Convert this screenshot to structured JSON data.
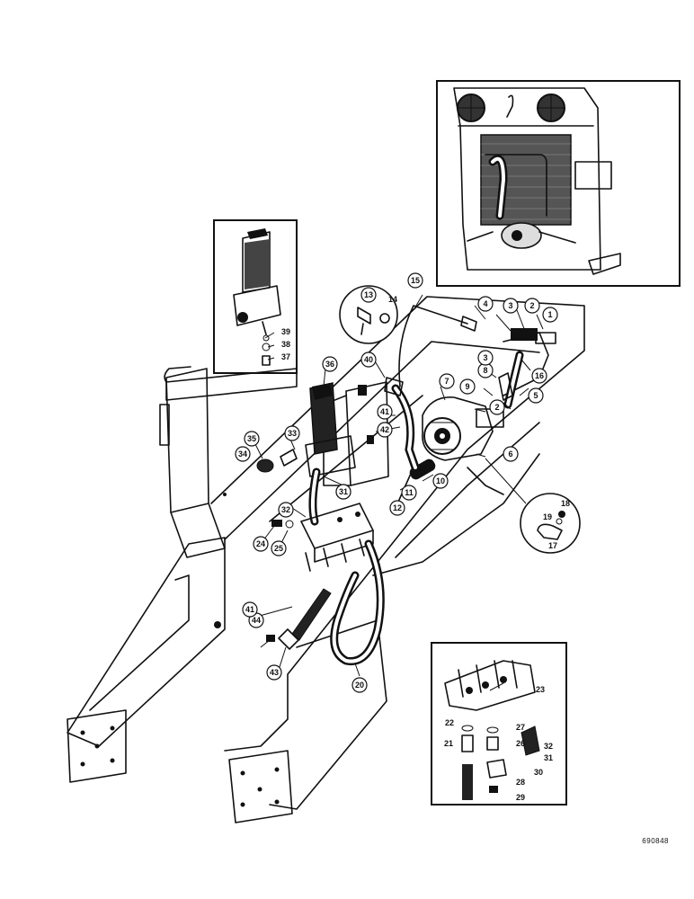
{
  "drawing_number": "690848",
  "callouts": [
    "1",
    "2",
    "3",
    "4",
    "5",
    "6",
    "7",
    "8",
    "9",
    "10",
    "11",
    "12",
    "13",
    "14",
    "15",
    "16",
    "17",
    "18",
    "19",
    "20",
    "21",
    "22",
    "23",
    "24",
    "25",
    "26",
    "27",
    "28",
    "29",
    "30",
    "31",
    "32",
    "33",
    "34",
    "35",
    "36",
    "37",
    "38",
    "39",
    "40",
    "41",
    "42",
    "43",
    "44"
  ],
  "colors": {
    "ink": "#111111",
    "paper": "#ffffff"
  }
}
